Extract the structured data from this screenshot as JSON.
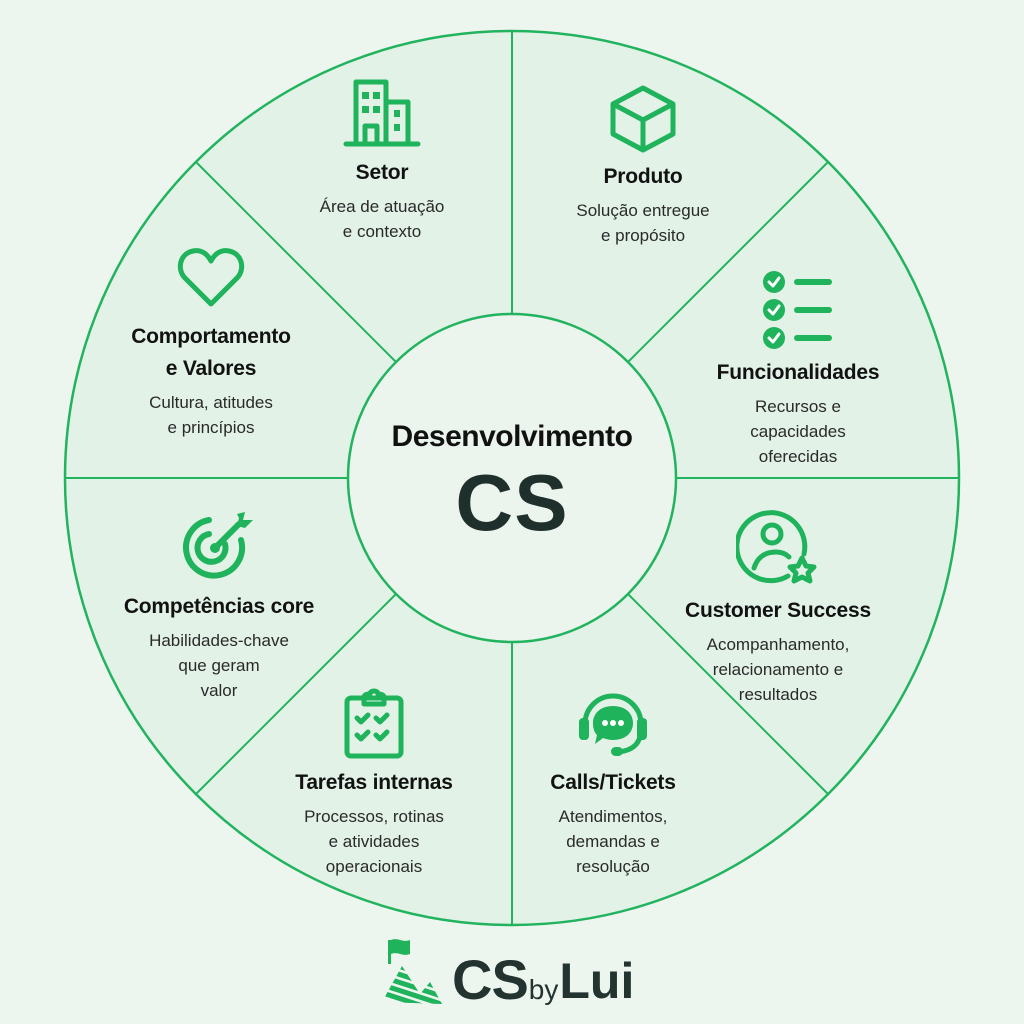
{
  "center": {
    "title": "Desenvolvimento",
    "acronym": "CS"
  },
  "segments": [
    {
      "id": "setor",
      "icon": "building-icon",
      "title_lines": [
        "Setor"
      ],
      "desc_lines": [
        "Área de atuação",
        "e contexto"
      ]
    },
    {
      "id": "produto",
      "icon": "box-icon",
      "title_lines": [
        "Produto"
      ],
      "desc_lines": [
        "Solução entregue",
        "e propósito"
      ]
    },
    {
      "id": "funcionalidades",
      "icon": "checklist-icon",
      "title_lines": [
        "Funcionalidades"
      ],
      "desc_lines": [
        "Recursos e",
        "capacidades",
        "oferecidas"
      ]
    },
    {
      "id": "customer-success",
      "icon": "user-star-icon",
      "title_lines": [
        "Customer Success"
      ],
      "desc_lines": [
        "Acompanhamento,",
        "relacionamento e",
        "resultados"
      ]
    },
    {
      "id": "calls-tickets",
      "icon": "headset-chat-icon",
      "title_lines": [
        "Calls/Tickets"
      ],
      "desc_lines": [
        "Atendimentos,",
        "demandas e",
        "resolução"
      ]
    },
    {
      "id": "tarefas-internas",
      "icon": "clipboard-check-icon",
      "title_lines": [
        "Tarefas internas"
      ],
      "desc_lines": [
        "Processos, rotinas",
        "e atividades",
        "operacionais"
      ]
    },
    {
      "id": "competencias-core",
      "icon": "target-icon",
      "title_lines": [
        "Competências core"
      ],
      "desc_lines": [
        "Habilidades-chave",
        "que geram",
        "valor"
      ]
    },
    {
      "id": "comportamento-valores",
      "icon": "heart-icon",
      "title_lines": [
        "Comportamento",
        "e Valores"
      ],
      "desc_lines": [
        "Cultura, atitudes",
        "e princípios"
      ]
    }
  ],
  "brand": {
    "part1": "CS",
    "part2": "by",
    "part3": "Lui",
    "logo_icon": "mountain-flag-icon"
  },
  "colors": {
    "accent": "#1fb35b",
    "background": "#edf5ef",
    "segment_fill": "#e1f2e6",
    "center_fill": "#ebf5ee",
    "text_dark": "#121212",
    "brand_text": "#223330"
  }
}
